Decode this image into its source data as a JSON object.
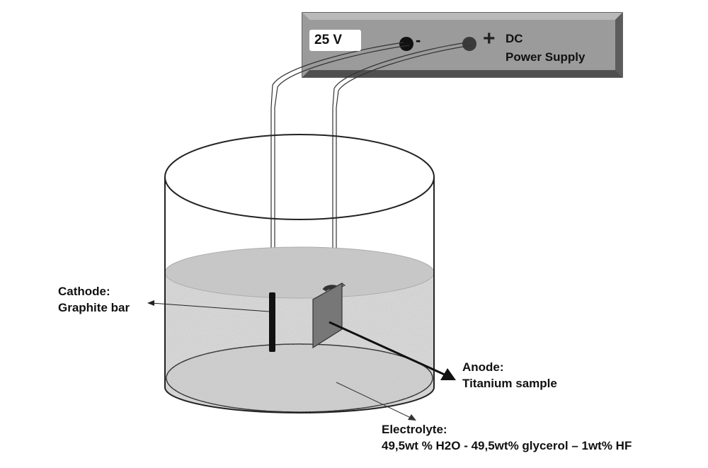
{
  "power_supply": {
    "voltage": "25 V",
    "negative_terminal": "-",
    "positive_terminal": "+",
    "label_line1": "DC",
    "label_line2": "Power Supply"
  },
  "cathode": {
    "title": "Cathode:",
    "detail": "Graphite bar"
  },
  "anode": {
    "title": "Anode:",
    "detail": "Titanium sample"
  },
  "electrolyte": {
    "title": "Electrolyte:",
    "composition": "49,5wt % H2O - 49,5wt% glycerol – 1wt% HF"
  }
}
